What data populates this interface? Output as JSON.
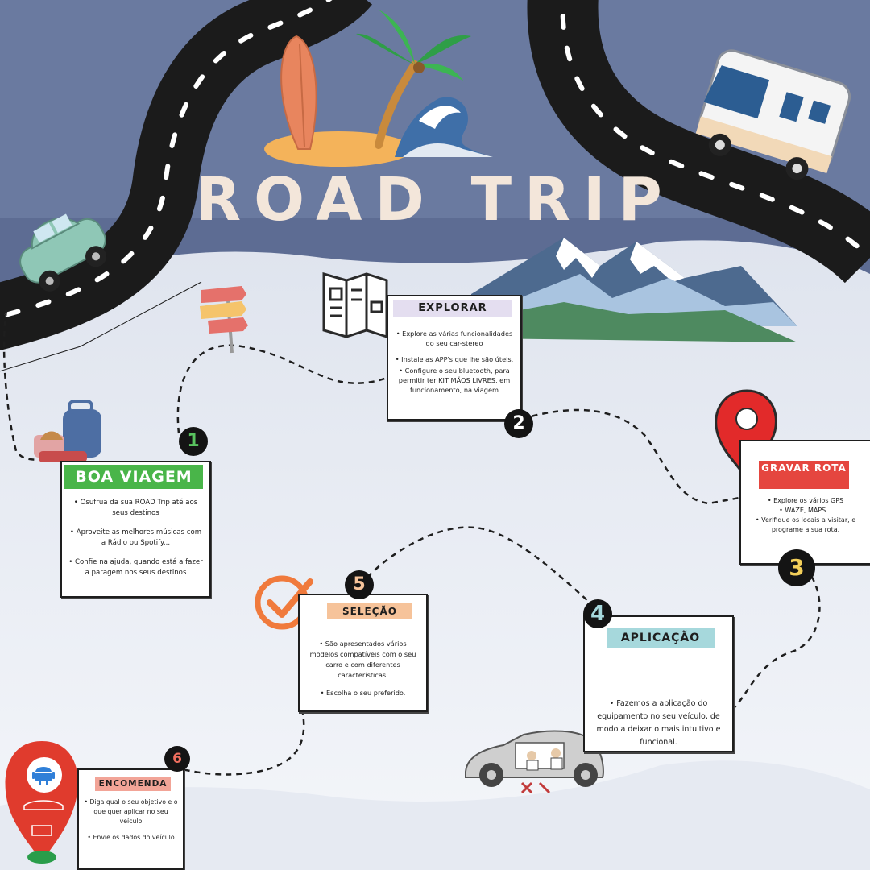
{
  "title": "ROAD TRIP",
  "steps": [
    {
      "number": "1",
      "title": "BOA VIAGEM",
      "lines": [
        "• Osufrua da sua ROAD Trip até aos seus destinos",
        "• Aproveite as melhores músicas com a Rádio ou Spotify...",
        "• Confie na ajuda, quando está a fazer a paragem nos seus destinos"
      ]
    },
    {
      "number": "2",
      "title": "EXPLORAR",
      "lines": [
        "• Explore as várias funcionalidades do seu car-stereo",
        "• Instale as APP's que lhe são úteis.",
        "• Configure o seu bluetooth, para permitir ter KIT MÃOS LIVRES, em funcionamento, na viagem"
      ]
    },
    {
      "number": "3",
      "title": "GRAVAR ROTA",
      "lines": [
        "• Explore os vários GPS",
        "• WAZE, MAPS...",
        "• Verifique os locais a visitar, e programe a sua rota."
      ]
    },
    {
      "number": "4",
      "title": "APLICAÇÃO",
      "lines": [
        "• Fazemos a aplicação do equipamento no seu veículo, de modo a deixar o mais intuitivo e funcional."
      ]
    },
    {
      "number": "5",
      "title": "SELEÇÃO",
      "lines": [
        "• São apresentados vários modelos compatíveis com o seu carro e com diferentes características.",
        "• Escolha o seu preferido."
      ]
    },
    {
      "number": "6",
      "title": "ENCOMENDA",
      "lines": [
        "• Diga qual o seu objetivo e o que quer aplicar no seu veículo",
        "• Envie os dados do veículo"
      ]
    }
  ],
  "colors": {
    "sky": "#6a7aa0",
    "road": "#1b1b1b",
    "snow": "#e9edf4",
    "green_label": "#49b549",
    "lilac_label": "#e4def0",
    "red_label": "#e5463f",
    "peach_label": "#f6c39a",
    "teal_label": "#a6d8dc",
    "salmon_label": "#f2a497",
    "badge_text_green": "#59c35f",
    "badge_text_yellow": "#f3cf5a",
    "badge_text_red": "#ef6e5e",
    "pin_red": "#e22a2a",
    "android_blue": "#2f7fd8"
  },
  "icons": [
    "surfboard-icon",
    "palm-tree-icon",
    "wave-icon",
    "camper-van-icon",
    "car-icon",
    "signpost-icon",
    "map-icon",
    "mountains-icon",
    "luggage-icon",
    "location-pin-icon",
    "checkmark-icon",
    "android-icon",
    "car-installation-icon",
    "order-pin-icon"
  ]
}
